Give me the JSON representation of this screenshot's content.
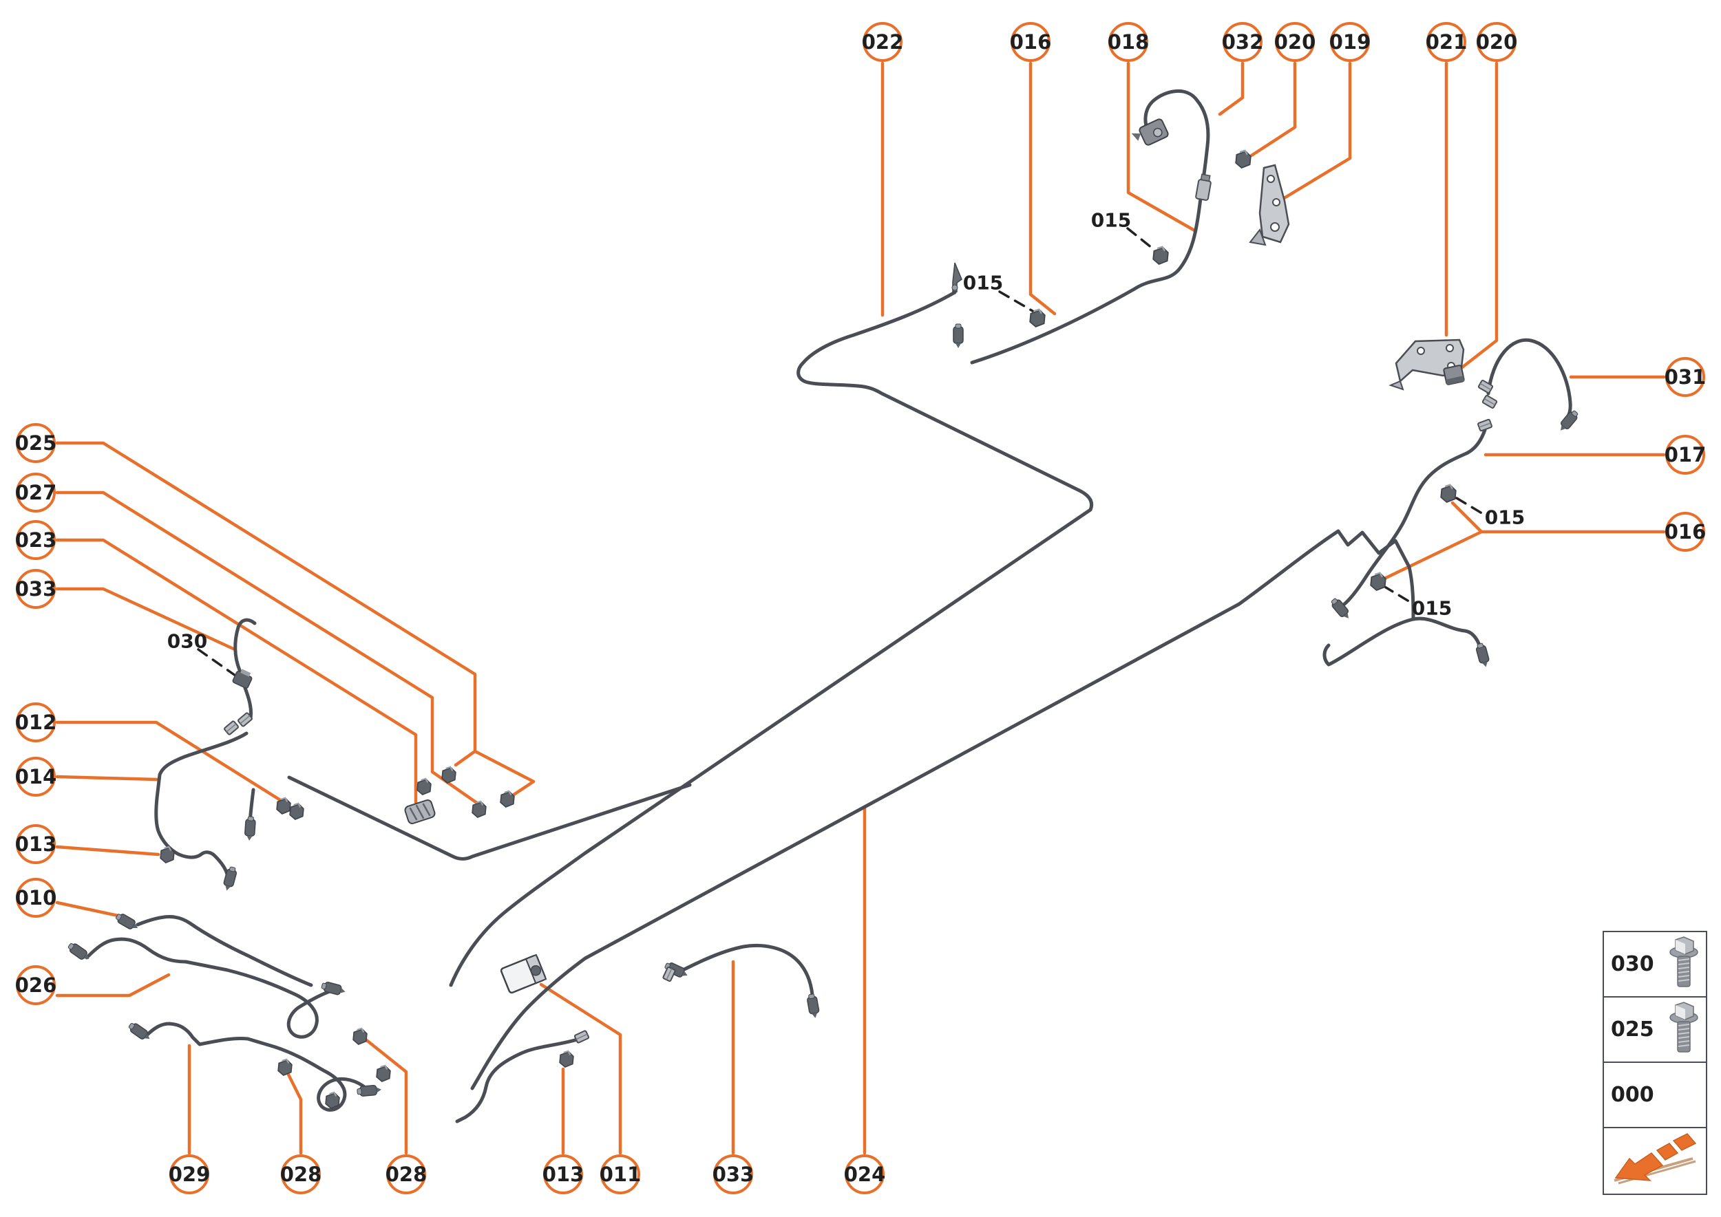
{
  "colors": {
    "accent": "#E8702A",
    "line": "#4A4E54",
    "text": "#1F1F1F"
  },
  "callouts": {
    "top": [
      {
        "label": "022"
      },
      {
        "label": "016"
      },
      {
        "label": "018"
      },
      {
        "label": "032"
      },
      {
        "label": "020"
      },
      {
        "label": "019"
      },
      {
        "label": "021"
      },
      {
        "label": "020"
      }
    ],
    "right": [
      {
        "label": "031"
      },
      {
        "label": "017"
      },
      {
        "label": "016"
      }
    ],
    "left": [
      {
        "label": "025"
      },
      {
        "label": "027"
      },
      {
        "label": "023"
      },
      {
        "label": "033"
      },
      {
        "label": "012"
      },
      {
        "label": "014"
      },
      {
        "label": "013"
      },
      {
        "label": "010"
      },
      {
        "label": "026"
      }
    ],
    "bottom": [
      {
        "label": "029"
      },
      {
        "label": "028"
      },
      {
        "label": "028"
      },
      {
        "label": "013"
      },
      {
        "label": "011"
      },
      {
        "label": "033"
      },
      {
        "label": "024"
      }
    ]
  },
  "inline_labels": [
    {
      "label": "015"
    },
    {
      "label": "015"
    },
    {
      "label": "030"
    },
    {
      "label": "015"
    },
    {
      "label": "015"
    }
  ],
  "legend": {
    "rows": [
      {
        "label": "030",
        "icon": "bolt-icon"
      },
      {
        "label": "025",
        "icon": "bolt-icon"
      },
      {
        "label": "000",
        "icon": ""
      },
      {
        "label": "",
        "icon": "direction-arrow-icon"
      }
    ]
  }
}
